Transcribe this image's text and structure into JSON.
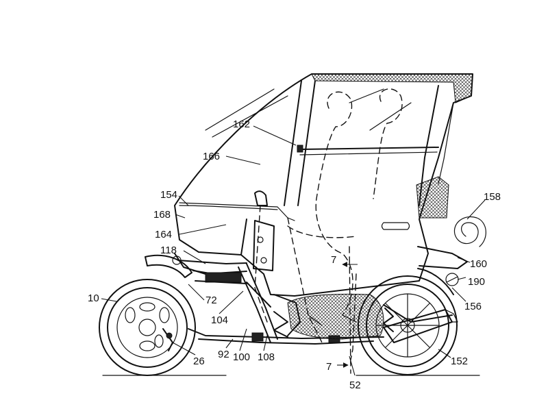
{
  "labels": {
    "l10": "10",
    "l26": "26",
    "l52": "52",
    "l72": "72",
    "l92": "92",
    "l100": "100",
    "l104": "104",
    "l108": "108",
    "l118": "118",
    "l152": "152",
    "l154": "154",
    "l156": "156",
    "l158": "158",
    "l160": "160",
    "l162": "162",
    "l164": "164",
    "l166": "166",
    "l168": "168",
    "l190": "190",
    "l7_top": "7",
    "l7_bottom": "7"
  }
}
